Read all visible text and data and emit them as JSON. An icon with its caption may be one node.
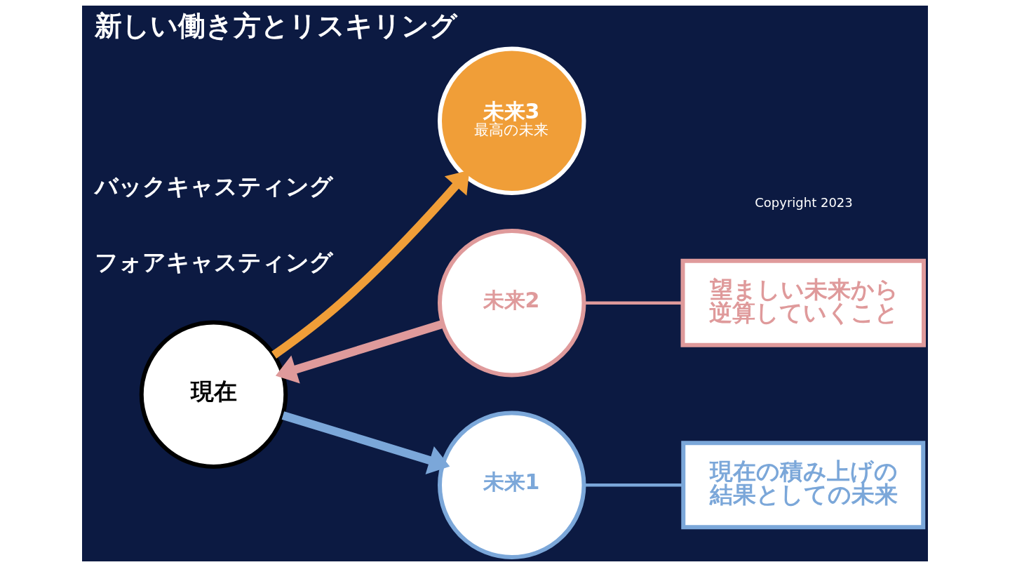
{
  "diagram": {
    "title": "新しい働き方とリスキリング",
    "nodes": [
      {
        "text": [
          "未来3",
          "最高の未来"
        ]
      },
      {
        "text": [
          "未来2"
        ]
      },
      {
        "text": [
          "望ましい未来から逆算していくこと"
        ]
      },
      {
        "text": [
          "未来1"
        ]
      },
      {
        "text": [
          "現在の積み上げの結果としての未来"
        ]
      },
      {
        "text": [
          "現在"
        ]
      }
    ],
    "edges": [
      {
        "from": 5,
        "to": 0,
        "arrow": "to",
        "color": "#f09e38"
      },
      {
        "from": 1,
        "to": 5,
        "arrow": "to",
        "color": "#df9a9b"
      },
      {
        "from": 5,
        "to": 3,
        "arrow": "to",
        "color": "#7ba7d9"
      },
      {
        "from": 1,
        "to": 2,
        "arrow": "none",
        "color": "#df9a9b"
      },
      {
        "from": 3,
        "to": 4,
        "arrow": "none",
        "color": "#7ba7d9"
      }
    ],
    "labels": [
      "バックキャスティング",
      "フォアキャスティング",
      "Copyright 2023"
    ]
  }
}
